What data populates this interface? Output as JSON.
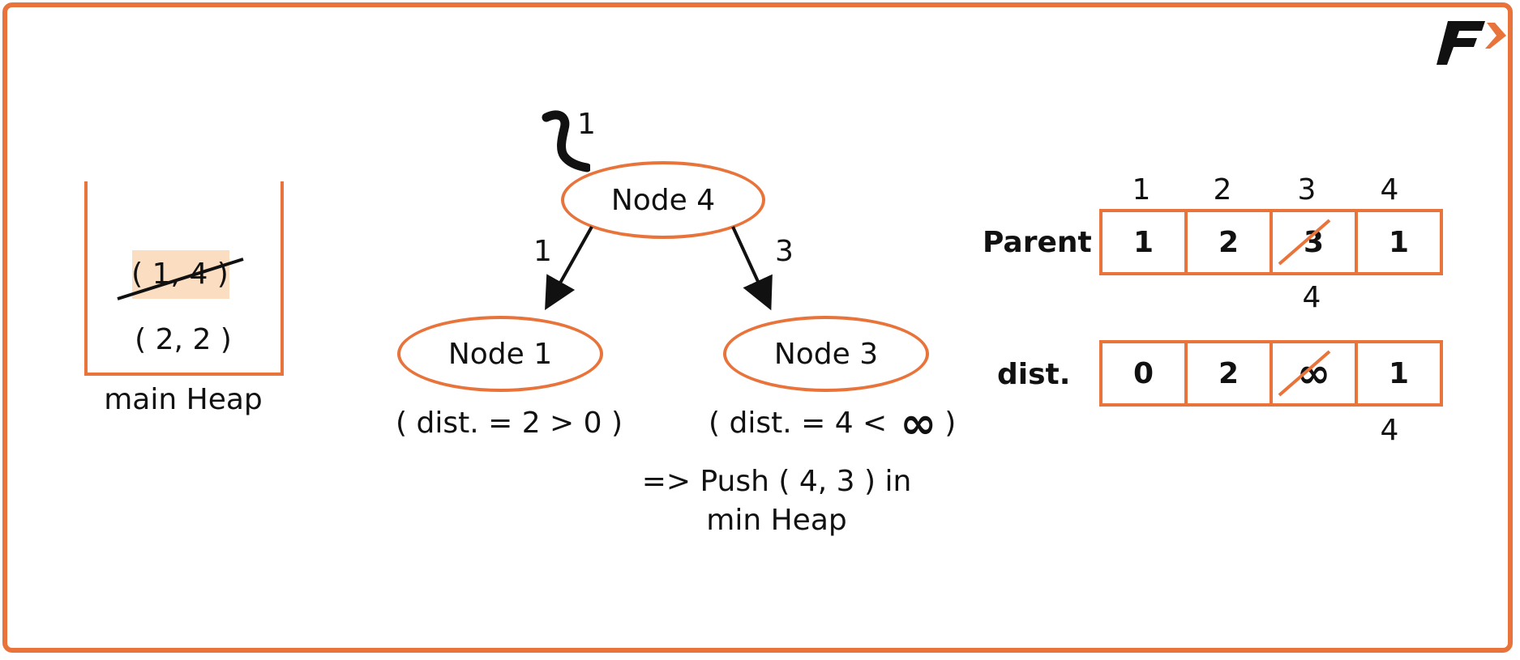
{
  "heap": {
    "entries": [
      "( 1, 4 )",
      "( 2, 2 )"
    ],
    "label": "main Heap"
  },
  "graph": {
    "pointer_label": "1",
    "root_node": "Node 4",
    "left_node": "Node 1",
    "right_node": "Node 3",
    "left_edge_weight": "1",
    "right_edge_weight": "3",
    "left_dist_text": "( dist. = 2 > 0 )",
    "right_dist_prefix": "( dist. = 4 <",
    "right_dist_suffix": ")",
    "infinity_symbol": "∞",
    "action_line1": "=> Push ( 4, 3 ) in",
    "action_line2": "min Heap"
  },
  "arrays": {
    "indices": [
      "1",
      "2",
      "3",
      "4"
    ],
    "parent_label": "Parent",
    "parent_values": [
      "1",
      "2",
      "3",
      "1"
    ],
    "parent_updated_value": "4",
    "dist_label": "dist.",
    "dist_values": [
      "0",
      "2",
      "∞",
      "1"
    ],
    "dist_updated_value": "4"
  },
  "colors": {
    "accent": "#E8743B",
    "highlight": "#FBDDC2",
    "text": "#111111"
  }
}
